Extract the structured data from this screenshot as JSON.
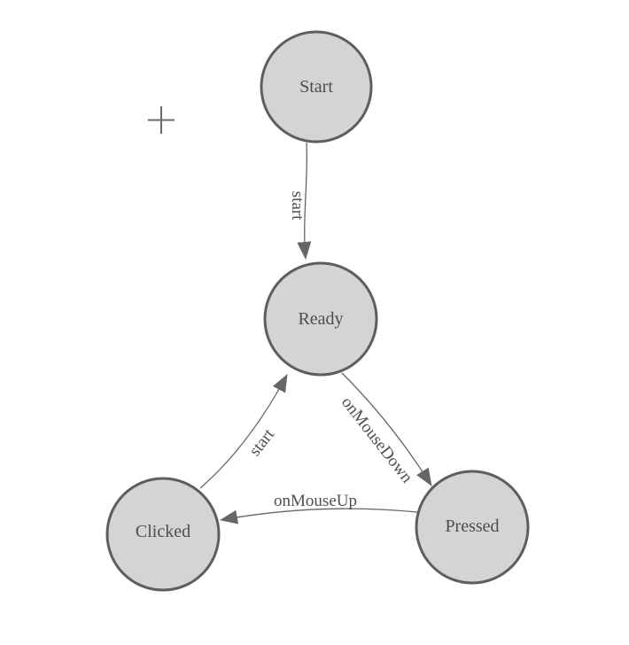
{
  "diagram": {
    "type": "state-machine",
    "palette": {
      "background": "#ffffff",
      "node_fill": "#d4d4d4",
      "node_stroke": "#5e5e5e",
      "edge_color": "#666666",
      "arrow_color": "#666666",
      "label_color": "#4d4d52",
      "crosshair_color": "#6a6a6a"
    },
    "nodes": [
      {
        "id": "start",
        "label": "Start"
      },
      {
        "id": "ready",
        "label": "Ready"
      },
      {
        "id": "clicked",
        "label": "Clicked"
      },
      {
        "id": "pressed",
        "label": "Pressed"
      }
    ],
    "edges": [
      {
        "from": "Start",
        "to": "Ready",
        "label": "start"
      },
      {
        "from": "Clicked",
        "to": "Ready",
        "label": "start"
      },
      {
        "from": "Ready",
        "to": "Pressed",
        "label": "onMouseDown"
      },
      {
        "from": "Pressed",
        "to": "Clicked",
        "label": "onMouseUp"
      }
    ],
    "cursor": {
      "icon": "crosshair-icon"
    }
  }
}
